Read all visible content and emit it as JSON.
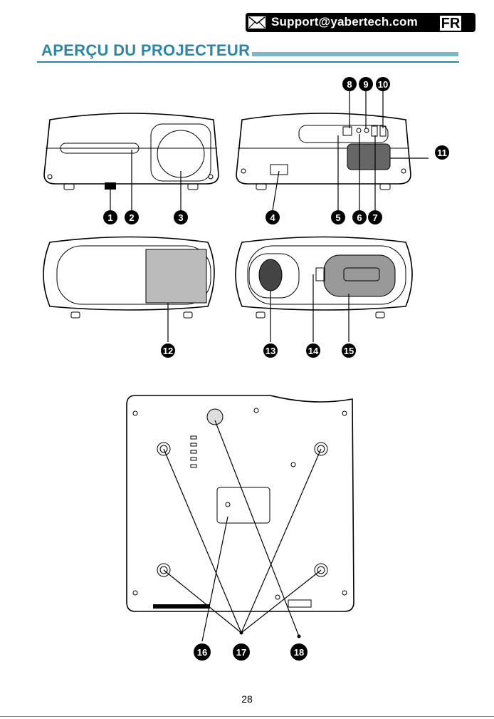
{
  "header": {
    "support_email": "Support@yabertech.com",
    "language": "FR",
    "title": "APERÇU DU PROJECTEUR"
  },
  "callouts": [
    "1",
    "2",
    "3",
    "4",
    "5",
    "6",
    "7",
    "8",
    "9",
    "10",
    "11",
    "12",
    "13",
    "14",
    "15",
    "16",
    "17",
    "18"
  ],
  "footer": {
    "page_number": "28"
  },
  "colors": {
    "accent": "#2c86a7",
    "accent_light": "#7bb6cc"
  },
  "icons": [
    "mail-icon"
  ]
}
